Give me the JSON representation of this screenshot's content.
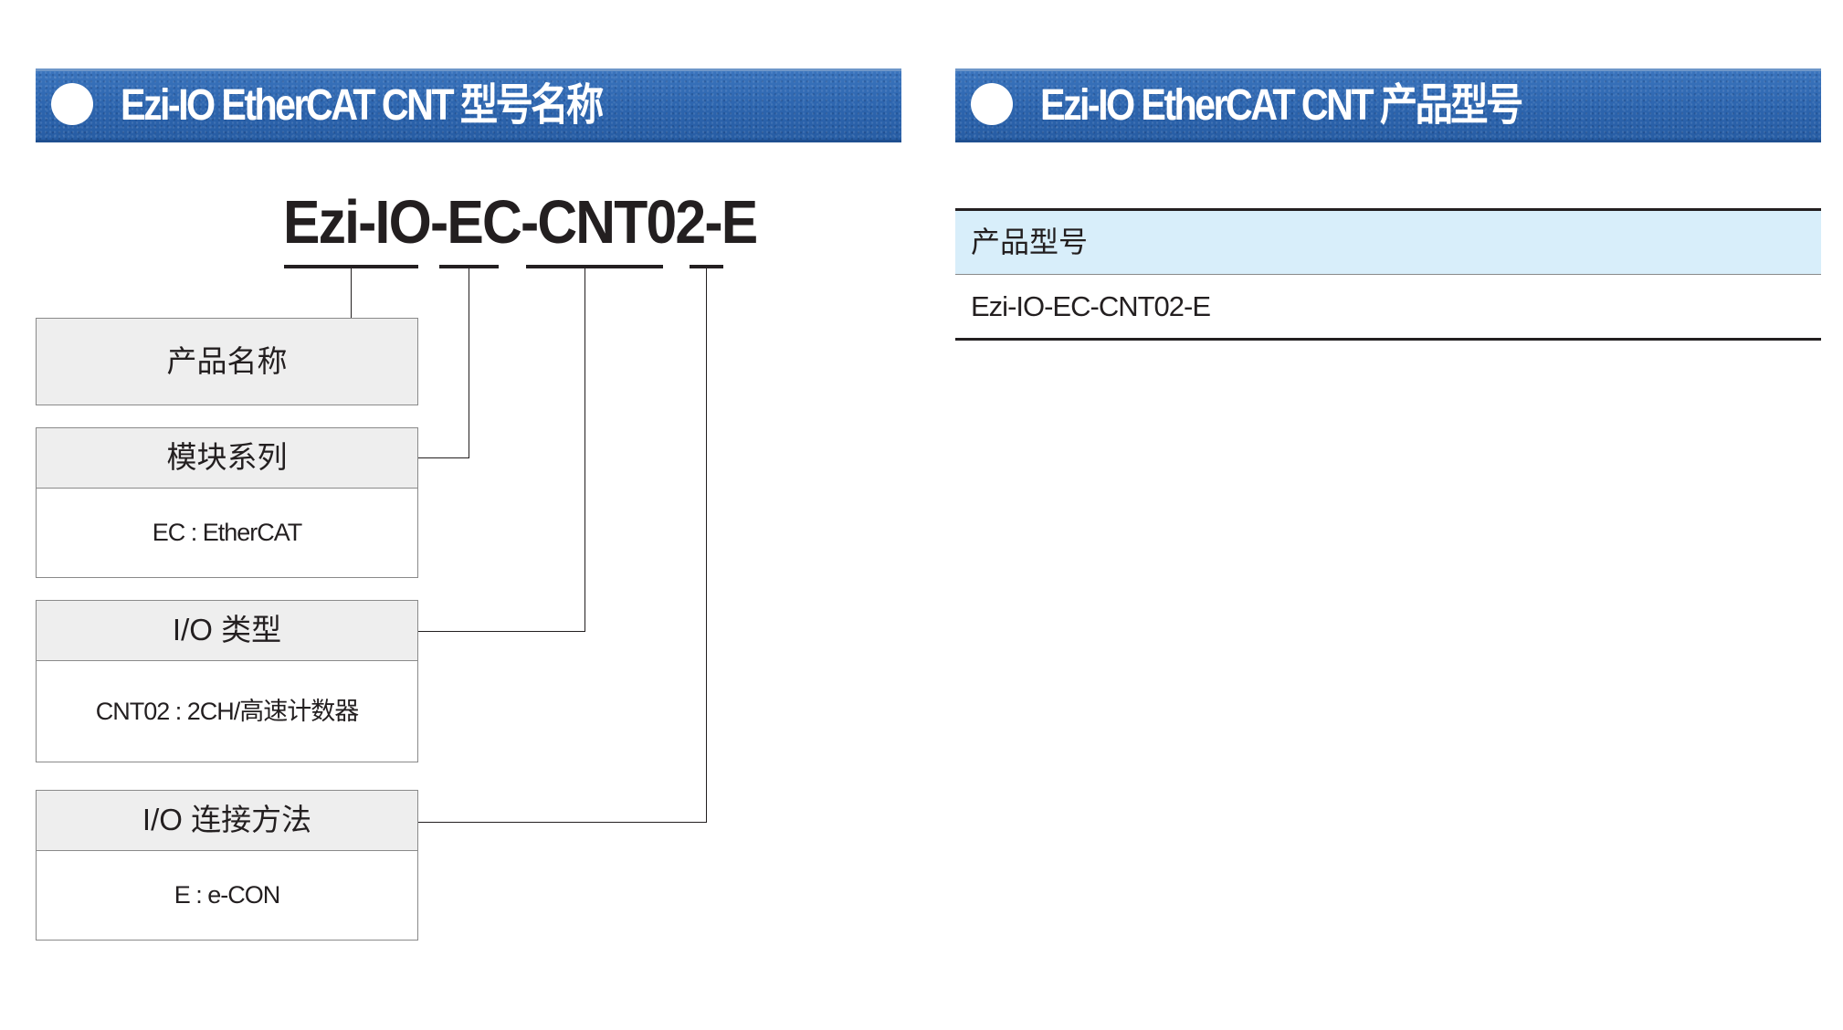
{
  "left_section": {
    "title": "Ezi-IO EtherCAT CNT 型号名称"
  },
  "right_section": {
    "title": "Ezi-IO EtherCAT CNT 产品型号"
  },
  "model_code": "Ezi-IO-EC-CNT02-E",
  "legend_boxes": [
    {
      "label": "产品名称"
    },
    {
      "label": "模块系列",
      "value": "EC : EtherCAT"
    },
    {
      "label": "I/O 类型",
      "value": "CNT02 : 2CH/高速计数器"
    },
    {
      "label": "I/O 连接方法",
      "value": "E : e-CON"
    }
  ],
  "product_table": {
    "header": "产品型号",
    "rows": [
      "Ezi-IO-EC-CNT02-E"
    ]
  },
  "colors": {
    "banner_blue": "#2f69b4",
    "table_header_bg": "#d8eefa",
    "box_header_bg": "#eeeeee",
    "text": "#231f20"
  },
  "icons": {
    "banner_marker": "white-circle-bullet"
  }
}
